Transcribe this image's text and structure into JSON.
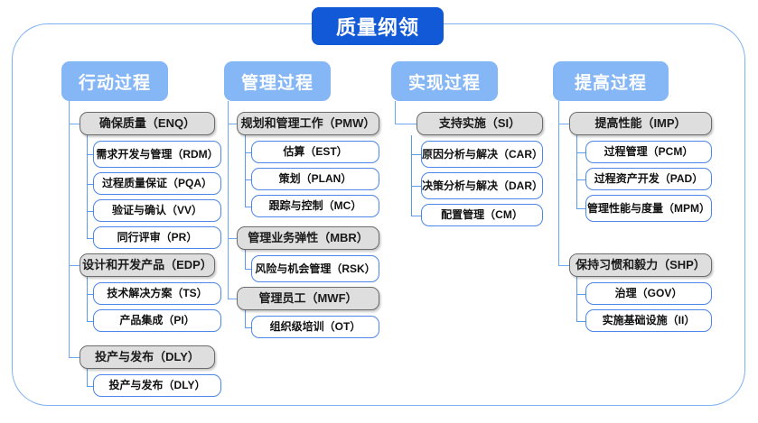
{
  "diagram": {
    "root_title": "质量纲领",
    "columns": [
      {
        "id": "action",
        "header": "行动过程",
        "groups": [
          {
            "label": "确保质量（ENQ）",
            "children": [
              "需求开发与管理（RDM）",
              "过程质量保证（PQA）",
              "验证与确认（VV）",
              "同行评审（PR）"
            ]
          },
          {
            "label": "设计和开发产品（EDP）",
            "children": [
              "技术解决方案（TS）",
              "产品集成（PI）"
            ]
          },
          {
            "label": "投产与发布（DLY）",
            "children": [
              "投产与发布（DLY）"
            ]
          }
        ]
      },
      {
        "id": "manage",
        "header": "管理过程",
        "groups": [
          {
            "label": "规划和管理工作（PMW）",
            "children": [
              "估算（EST）",
              "策划（PLAN）",
              "跟踪与控制（MC）"
            ]
          },
          {
            "label": "管理业务弹性（MBR）",
            "children": [
              "风险与机会管理（RSK）"
            ]
          },
          {
            "label": "管理员工（MWF）",
            "children": [
              "组织级培训（OT）"
            ]
          }
        ]
      },
      {
        "id": "implement",
        "header": "实现过程",
        "groups": [
          {
            "label": "支持实施（SI）",
            "children": [
              "原因分析与解决（CAR）",
              "决策分析与解决（DAR）",
              "配置管理（CM）"
            ]
          }
        ]
      },
      {
        "id": "improve",
        "header": "提高过程",
        "groups": [
          {
            "label": "提高性能（IMP）",
            "children": [
              "过程管理（PCM）",
              "过程资产开发（PAD）",
              "管理性能与度量（MPM）"
            ]
          },
          {
            "label": "保持习惯和毅力（SHP）",
            "children": [
              "治理（GOV）",
              "实施基础设施（II）"
            ]
          }
        ]
      }
    ]
  },
  "colors": {
    "root_fill": "#1159D6",
    "header_fill": "#85B6F5",
    "group_fill": "#DEDEDE",
    "group_border": "#6B6B6B",
    "leaf_border": "#4C86E8",
    "frame_border": "#7EB1F2",
    "connector": "#6FA8F0"
  }
}
